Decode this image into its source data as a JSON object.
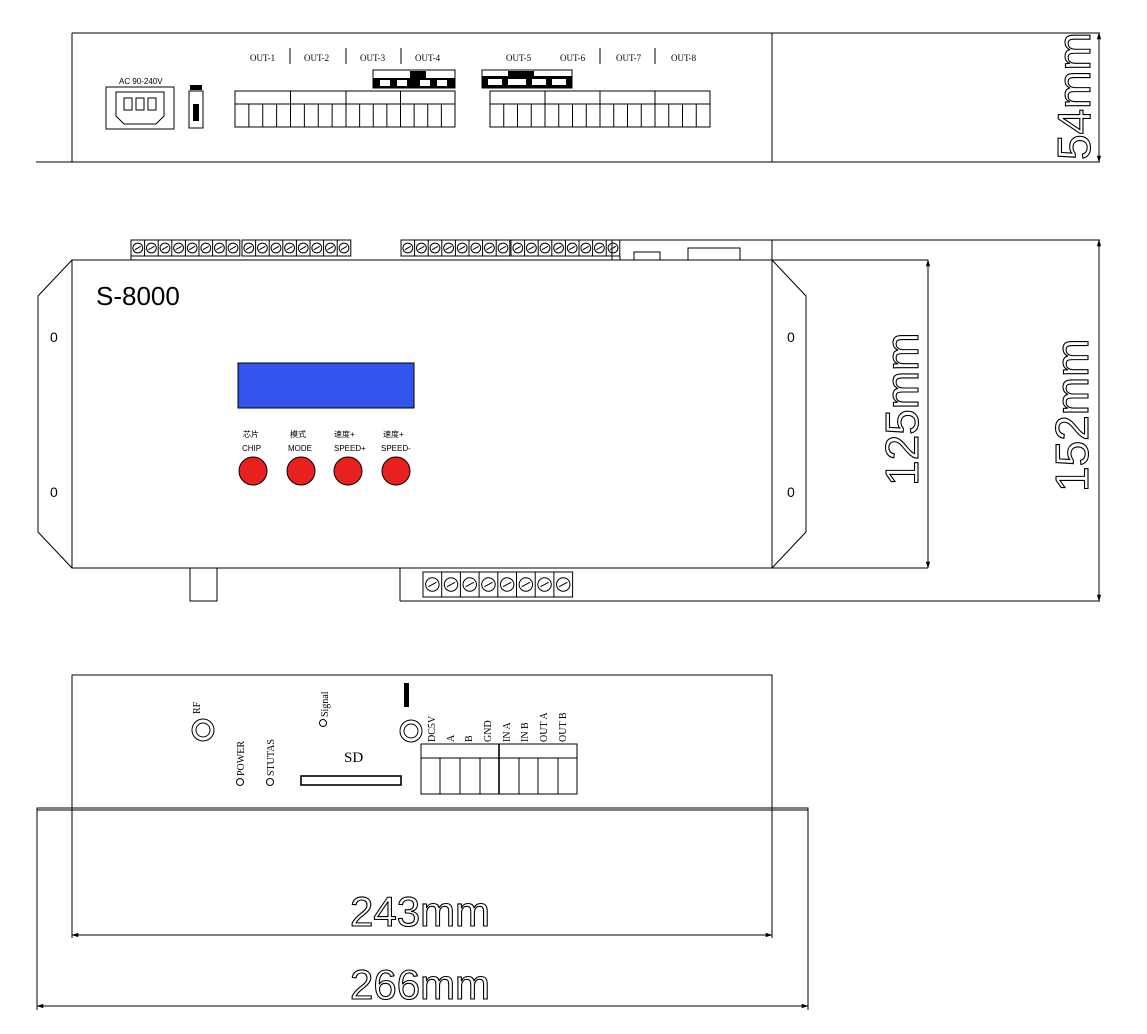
{
  "top_view": {
    "ac_label": "AC 90-240V",
    "outputs": [
      "OUT-1",
      "OUT-2",
      "OUT-3",
      "OUT-4",
      "OUT-5",
      "OUT-6",
      "OUT-7",
      "OUT-8"
    ],
    "height_dim": "54mm"
  },
  "front_view": {
    "model": "S-8000",
    "hole_marks": [
      "0",
      "0",
      "0",
      "0"
    ],
    "buttons": [
      {
        "cn": "芯片",
        "en": "CHIP",
        "color": "#e8201e"
      },
      {
        "cn": "模式",
        "en": "MODE",
        "color": "#e8201e"
      },
      {
        "cn": "速度+",
        "en": "SPEED+",
        "color": "#e8201e"
      },
      {
        "cn": "速度+",
        "en": "SPEED-",
        "color": "#e8201e"
      }
    ],
    "lcd_color": "#3355ee",
    "dim_inner": "125mm",
    "dim_outer": "152mm"
  },
  "side_view": {
    "rf_label": "RF",
    "power_label": "POWER",
    "status_label": "STUTAS",
    "signal_label": "Signal",
    "sd_label": "SD",
    "terminals": [
      "DC5V",
      "A",
      "B",
      "GND",
      "IN A",
      "IN B",
      "OUT A",
      "OUT B"
    ],
    "dim_inner": "243mm",
    "dim_outer": "266mm"
  }
}
